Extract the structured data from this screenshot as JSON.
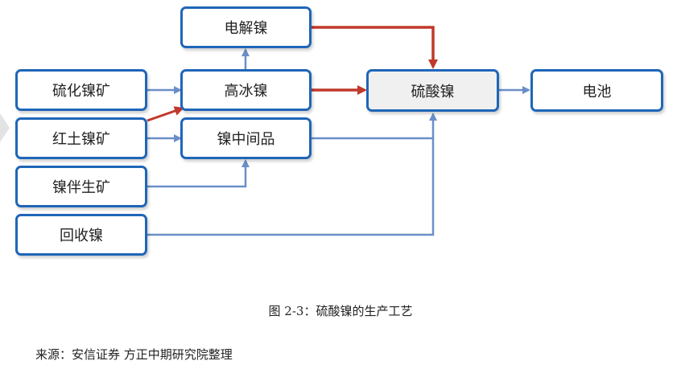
{
  "nodes": {
    "electrolytic_nickel": "电解镍",
    "nickel_matte": "高冰镍",
    "nickel_sulfate": "硫酸镍",
    "battery": "电池",
    "nickel_sulfide_ore": "硫化镍矿",
    "laterite_nickel_ore": "红土镍矿",
    "nickel_intermediate": "镍中间品",
    "associated_nickel_ore": "镍伴生矿",
    "recycled_nickel": "回收镍"
  },
  "caption": "图 2-3：硫酸镍的生产工艺",
  "source": "来源：安信证券  方正中期研究院整理",
  "colors": {
    "box_border": "#1f66b8",
    "flow_blue": "#6a8fc8",
    "flow_red": "#c0392b"
  }
}
